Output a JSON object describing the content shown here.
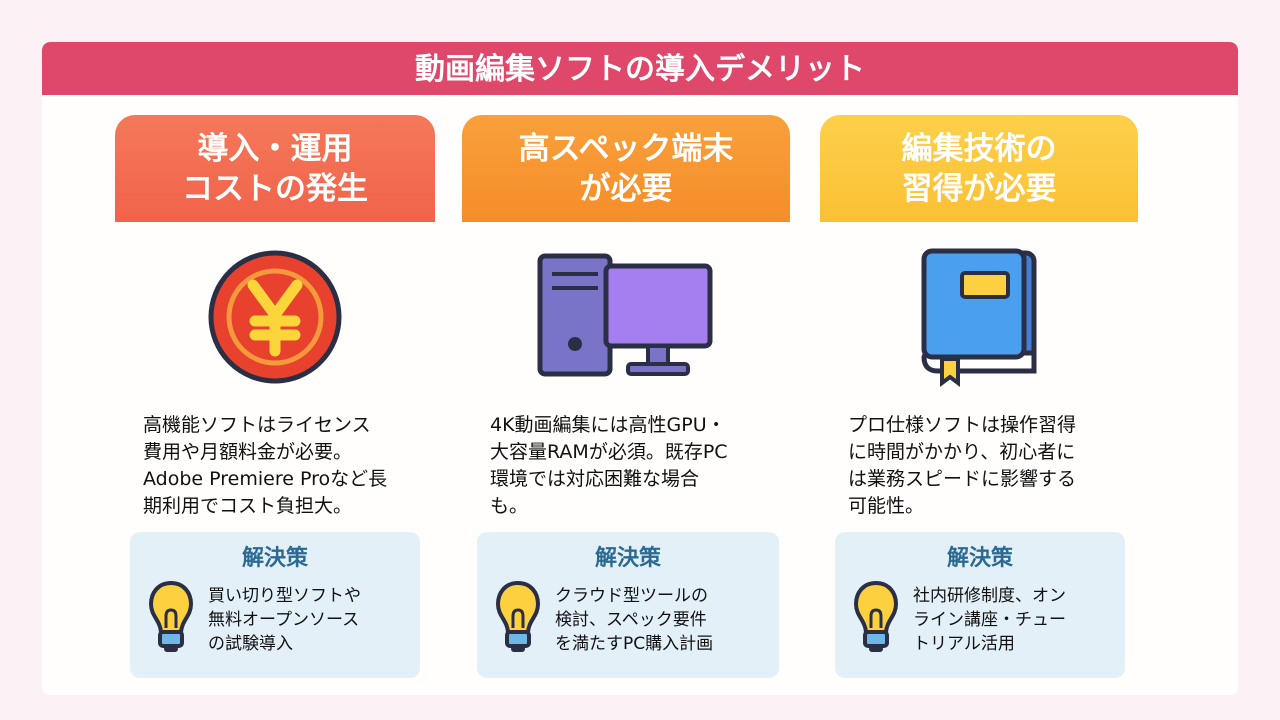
{
  "title": "動画編集ソフトの導入デメリット",
  "columns": [
    {
      "heading": [
        "導入・運用",
        "コストの発生"
      ],
      "icon": "yen-coin-icon",
      "color": "#f26b52",
      "body": [
        "高機能ソフトはライセンス",
        "費用や月額料金が必要。",
        "Adobe Premiere Proなど長",
        "期利用でコスト負担大。"
      ],
      "solution_title": "解決策",
      "solution": [
        "買い切り型ソフトや",
        "無料オープンソース",
        "の試験導入"
      ]
    },
    {
      "heading": [
        "高スペック端末",
        "が必要"
      ],
      "icon": "desktop-pc-icon",
      "color": "#f8962f",
      "body": [
        "4K動画編集には高性GPU・",
        "大容量RAMが必須。既存PC",
        "環境では対応困難な場合",
        "も。"
      ],
      "solution_title": "解決策",
      "solution": [
        "クラウド型ツールの",
        "検討、スペック要件",
        "を満たすPC購入計画"
      ]
    },
    {
      "heading": [
        "編集技術の",
        "習得が必要"
      ],
      "icon": "book-icon",
      "color": "#fcc63c",
      "body": [
        "プロ仕様ソフトは操作習得",
        "に時間がかかり、初心者に",
        "は業務スピードに影響する",
        "可能性。"
      ],
      "solution_title": "解決策",
      "solution": [
        "社内研修制度、オン",
        "ライン講座・チュー",
        "トリアル活用"
      ]
    }
  ]
}
